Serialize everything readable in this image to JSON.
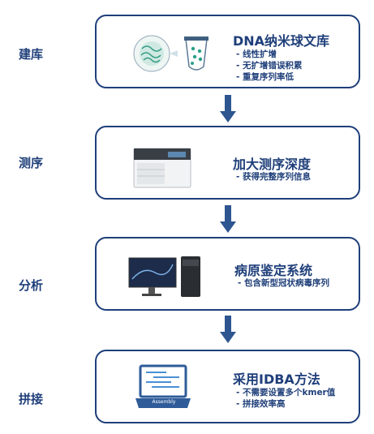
{
  "steps": [
    {
      "label": "建库",
      "title": "DNA纳米球文库",
      "bullets": [
        "线性扩增",
        "无扩增错误积累",
        "重复序列率低"
      ]
    },
    {
      "label": "测序",
      "title": "加大测序深度",
      "bullets": [
        "获得完整序列信息"
      ]
    },
    {
      "label": "分析",
      "title": "病原鉴定系统",
      "bullets": [
        "包含新型冠状病毒序列"
      ]
    },
    {
      "label": "拼接",
      "title": "采用IDBA方法",
      "bullets": [
        "不需要设置多个kmer值",
        "拼接效率高"
      ]
    }
  ],
  "laptop_screen_text": "Assembly",
  "colors": {
    "primary": "#1f3f7a",
    "arrow": "#2d5590"
  },
  "icons": [
    "dna-nanoball-icon",
    "sequencer-icon",
    "workstation-icon",
    "laptop-icon",
    "arrow-down-icon"
  ]
}
